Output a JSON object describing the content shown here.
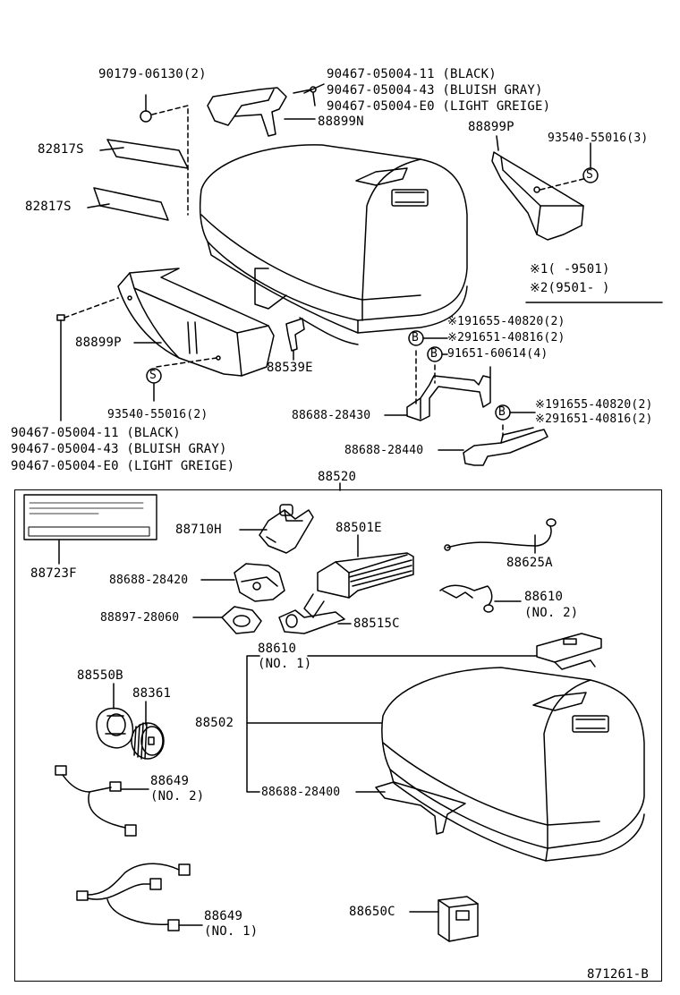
{
  "labels": {
    "p_90179": "90179-06130(2)",
    "p_90467_11_top": "90467-05004-11 (BLACK)",
    "p_90467_43_top": "90467-05004-43 (BLUISH GRAY)",
    "p_90467_e0_top": "90467-05004-E0 (LIGHT GREIGE)",
    "p_88899n": "88899N",
    "p_88899p_top": "88899P",
    "p_93540_top": "93540-55016(3)",
    "p_82817s_a": "82817S",
    "p_82817s_b": "82817S",
    "note1": "※1(     -9501)",
    "note2": "※2(9501-     )",
    "p_191655_a": "※191655-40820(2)",
    "p_291651_a": "※291651-40816(2)",
    "p_91651": "91651-60614(4)",
    "p_191655_b": "※191655-40820(2)",
    "p_291651_b": "※291651-40816(2)",
    "p_88899p_left": "88899P",
    "p_88539e": "88539E",
    "p_93540_left": "93540-55016(2)",
    "p_88688_28430": "88688-28430",
    "p_88688_28440": "88688-28440",
    "p_90467_11_bot": "90467-05004-11 (BLACK)",
    "p_90467_43_bot": "90467-05004-43 (BLUISH GRAY)",
    "p_90467_e0_bot": "90467-05004-E0 (LIGHT GREIGE)",
    "p_88520": "88520",
    "p_88710h": "88710H",
    "p_88501e": "88501E",
    "p_88723f": "88723F",
    "p_88625a": "88625A",
    "p_88688_28420": "88688-28420",
    "p_88610_no2": "88610",
    "p_88610_no2_sub": "(NO. 2)",
    "p_88897": "88897-28060",
    "p_88515c": "88515C",
    "p_88610_no1": "88610",
    "p_88610_no1_sub": "(NO. 1)",
    "p_88550b": "88550B",
    "p_88361": "88361",
    "p_88502": "88502",
    "p_88649_no2": "88649",
    "p_88649_no2_sub": "(NO. 2)",
    "p_88688_28400": "88688-28400",
    "p_88649_no1": "88649",
    "p_88649_no1_sub": "(NO. 1)",
    "p_88650c": "88650C",
    "figure_code": "871261-B",
    "symbol_s": "S",
    "symbol_b": "B"
  }
}
